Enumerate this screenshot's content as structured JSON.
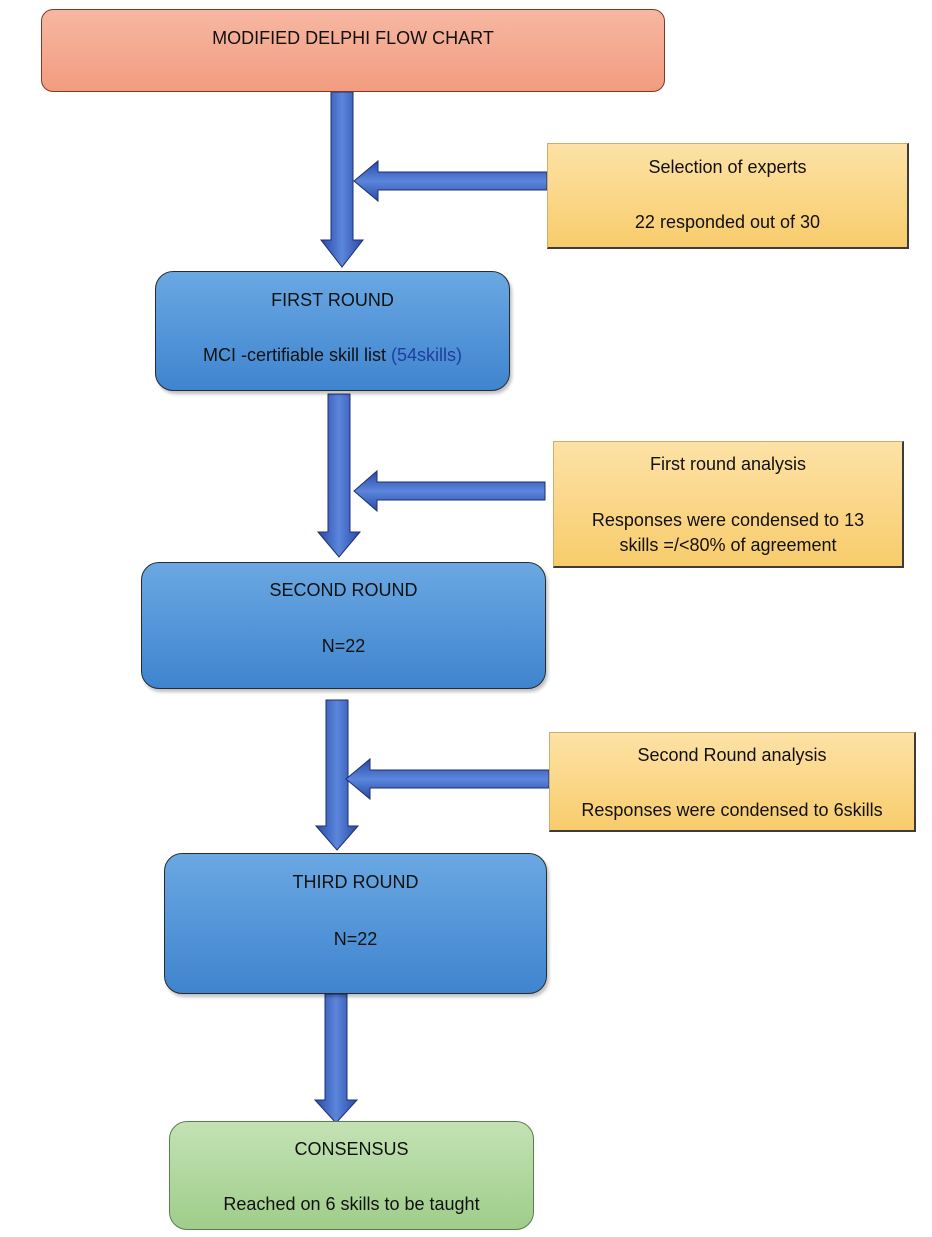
{
  "title": "MODIFIED DELPHI FLOW CHART",
  "first_round": {
    "title": "FIRST ROUND",
    "text": "MCI -certifiable skill list ",
    "highlight": "(54skills)"
  },
  "second_round": {
    "title": "SECOND ROUND",
    "text": "N=22"
  },
  "third_round": {
    "title": "THIRD ROUND",
    "text": "N=22"
  },
  "consensus": {
    "title": "CONSENSUS",
    "text": "Reached on 6 skills to be taught"
  },
  "notes": {
    "selection": {
      "title": "Selection of experts",
      "text": "22 responded out of 30"
    },
    "first_analysis": {
      "title": "First round analysis",
      "text_line1": "Responses were condensed to 13",
      "text_line2": "skills =/<80% of agreement"
    },
    "second_analysis": {
      "title": "Second Round analysis",
      "text": "Responses were condensed to 6skills"
    }
  },
  "colors": {
    "title_fill": "#f4a98f",
    "round_fill": "#4f93d8",
    "note_fill": "#fbd58a",
    "consensus_fill": "#b3d9a2",
    "arrow": "#3b5fc0",
    "highlight_text": "#1f3e9c"
  }
}
